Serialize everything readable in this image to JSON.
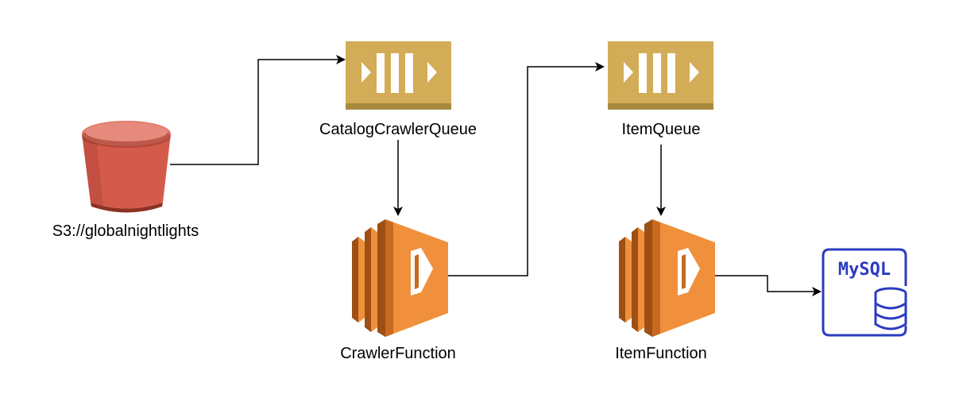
{
  "diagram": {
    "nodes": {
      "s3_bucket": {
        "label": "S3://globalnightlights",
        "icon": "s3-bucket-icon"
      },
      "catalog_queue": {
        "label": "CatalogCrawlerQueue",
        "icon": "sqs-queue-icon"
      },
      "crawler_function": {
        "label": "CrawlerFunction",
        "icon": "lambda-function-icon"
      },
      "item_queue": {
        "label": "ItemQueue",
        "icon": "sqs-queue-icon"
      },
      "item_function": {
        "label": "ItemFunction",
        "icon": "lambda-function-icon"
      },
      "mysql_db": {
        "label": "MySQL",
        "icon": "mysql-database-icon"
      }
    },
    "edges": [
      {
        "from": "s3_bucket",
        "to": "catalog_queue"
      },
      {
        "from": "catalog_queue",
        "to": "crawler_function"
      },
      {
        "from": "crawler_function",
        "to": "item_queue"
      },
      {
        "from": "item_queue",
        "to": "item_function"
      },
      {
        "from": "item_function",
        "to": "mysql_db"
      }
    ],
    "colors": {
      "s3_red": "#d45b4b",
      "s3_dark": "#8c3123",
      "sqs_gold": "#d3ac57",
      "sqs_dark": "#a88a3f",
      "lambda_orange": "#f0903c",
      "lambda_dark": "#c76a20",
      "mysql_blue": "#2b3bbf",
      "edge": "#000000"
    }
  }
}
